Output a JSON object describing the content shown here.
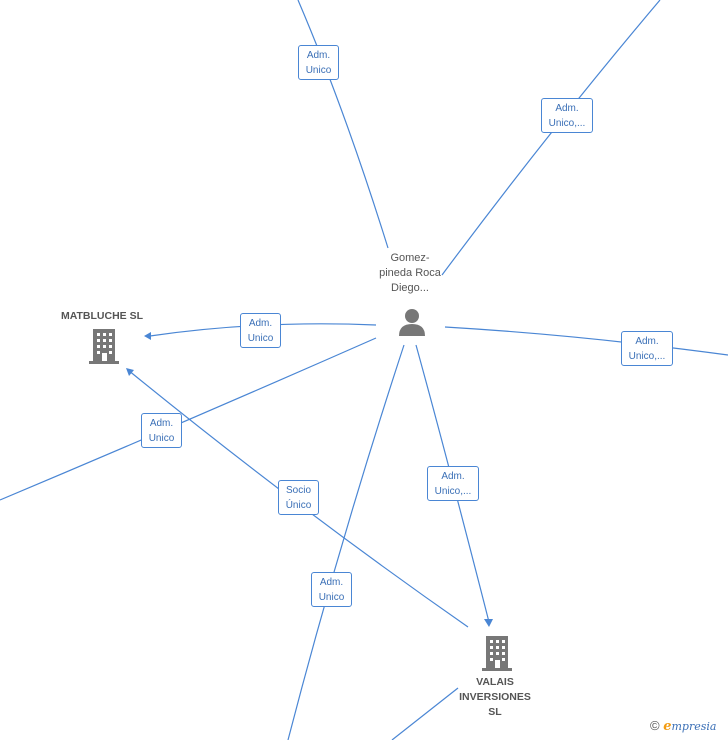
{
  "person": {
    "name_line1": "Gomez-",
    "name_line2": "pineda Roca",
    "name_line3": "Diego..."
  },
  "companies": [
    {
      "name": "MATBLUCHE  SL"
    },
    {
      "name_line1": "VALAIS",
      "name_line2": "INVERSIONES",
      "name_line3": "SL"
    }
  ],
  "edge_labels": [
    {
      "text": "Adm.\nUnico"
    },
    {
      "text": "Adm.\nUnico,..."
    },
    {
      "text": "Adm.\nUnico"
    },
    {
      "text": "Adm.\nUnico,..."
    },
    {
      "text": "Adm.\nUnico"
    },
    {
      "text": "Socio\nÚnico"
    },
    {
      "text": "Adm.\nUnico,..."
    },
    {
      "text": "Adm.\nUnico"
    }
  ],
  "colors": {
    "edge": "#4a86d4",
    "icon": "#777777"
  },
  "brand": {
    "copyright": "©",
    "e": "e",
    "rest": "mpresia"
  }
}
